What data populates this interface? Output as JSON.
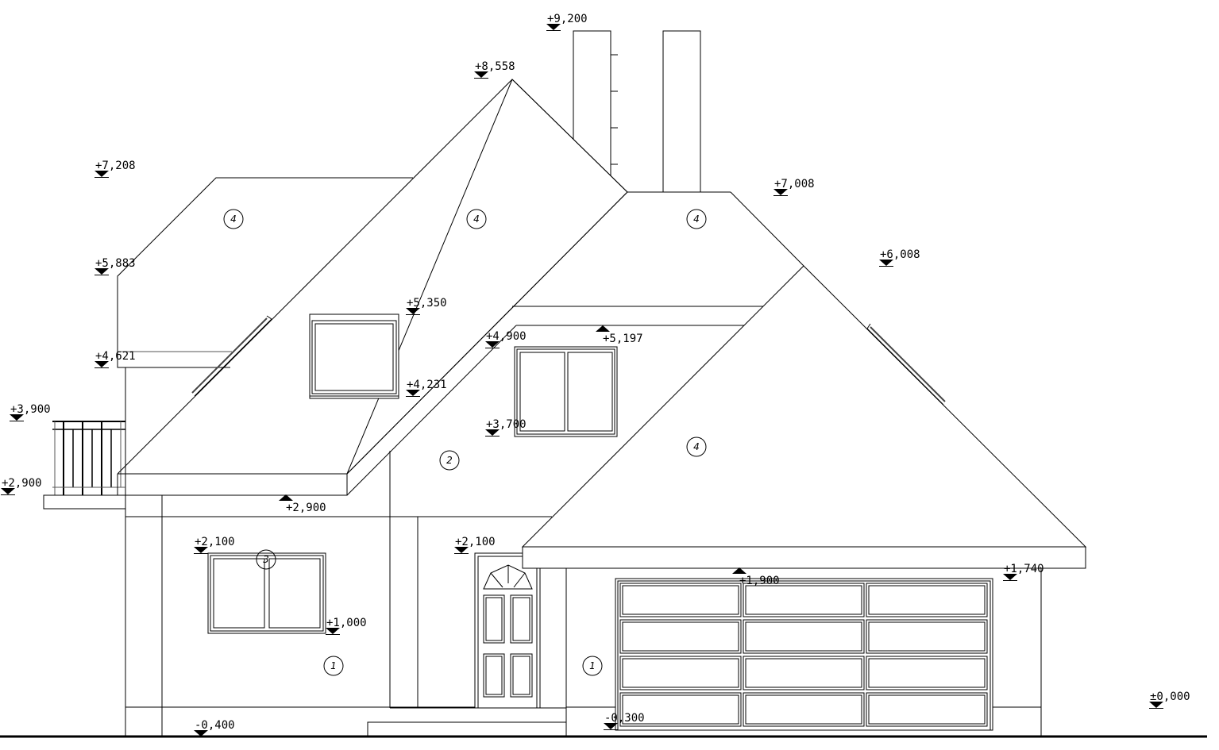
{
  "drawing": {
    "type": "house front elevation",
    "levels": [
      {
        "label": "+9,200",
        "dir": "down"
      },
      {
        "label": "+8,558",
        "dir": "down"
      },
      {
        "label": "+7,208",
        "dir": "down"
      },
      {
        "label": "+5,883",
        "dir": "down"
      },
      {
        "label": "+4,621",
        "dir": "down"
      },
      {
        "label": "+3,900",
        "dir": "down"
      },
      {
        "label": "+2,900",
        "dir": "down"
      },
      {
        "label": "+5,350",
        "dir": "down"
      },
      {
        "label": "+4,900",
        "dir": "down"
      },
      {
        "label": "+5,197",
        "dir": "up"
      },
      {
        "label": "+4,231",
        "dir": "down"
      },
      {
        "label": "+3,700",
        "dir": "down"
      },
      {
        "label": "+2,900",
        "dir": "up"
      },
      {
        "label": "+7,008",
        "dir": "down"
      },
      {
        "label": "+6,008",
        "dir": "down"
      },
      {
        "label": "+2,100",
        "dir": "down"
      },
      {
        "label": "+2,100",
        "dir": "down"
      },
      {
        "label": "+1,900",
        "dir": "up"
      },
      {
        "label": "+1,740",
        "dir": "down"
      },
      {
        "label": "+1,000",
        "dir": "down"
      },
      {
        "label": "±0,000",
        "dir": "down"
      },
      {
        "label": "-0,400",
        "dir": "down"
      },
      {
        "label": "-0,300",
        "dir": "down"
      }
    ],
    "material_tags": [
      "4",
      "4",
      "4",
      "4",
      "2",
      "3",
      "1",
      "1"
    ]
  }
}
